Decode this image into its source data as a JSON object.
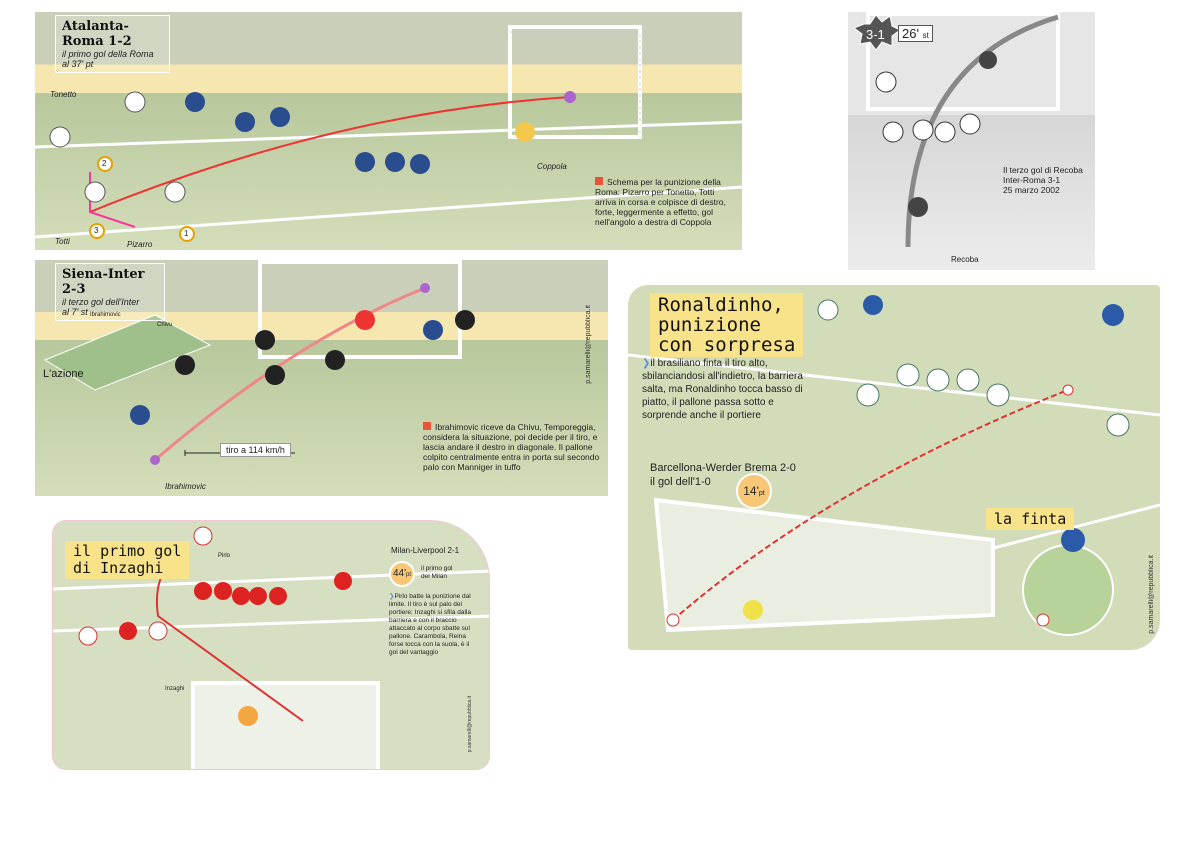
{
  "atalanta": {
    "title": "Atalanta-Roma 1-2",
    "subtitle1": "il primo gol della Roma",
    "subtitle2": "al 37' pt",
    "caption": "Schema per la punizione della Roma: Pizarro per Tonetto, Totti arriva in corsa e colpisce di destro, forte, leggermente a effetto, gol nell'angolo a destra di Coppola",
    "players": {
      "tonetto": "Tonetto",
      "totti": "Totti",
      "pizarro": "Pizarro",
      "coppola": "Coppola"
    },
    "steps": [
      "1",
      "2",
      "3"
    ]
  },
  "siena": {
    "title": "Siena-Inter 2-3",
    "subtitle1": "il terzo gol dell'Inter",
    "subtitle2": "al 7' st",
    "action_label": "L'azione",
    "map_labels": {
      "ibrahimovic": "Ibrahimovic",
      "chivu": "Chivu"
    },
    "speed": "tiro a 114 km/h",
    "shooter": "Ibrahimovic",
    "caption": "Ibrahimovic riceve da Chivu, Temporeggia, considera la situazione, poi decide per il tiro, e lascia andare il destro in diagonale. Il pallone colpito centralmente entra in porta sul secondo palo con Manniger in tuffo",
    "credit": "p.samarelli@repubblica.it"
  },
  "recoba": {
    "score": "3-1",
    "minute": "26'",
    "period": "st",
    "caption1": "Il terzo gol di Recoba",
    "caption2": "Inter-Roma 3-1",
    "caption3": "25 marzo 2002",
    "player": "Recoba"
  },
  "ronaldinho": {
    "title1": "Ronaldinho,",
    "title2": "punizione",
    "title3": "con sorpresa",
    "caption": "il brasiliano finta il tiro alto, sbilanciandosi all'indietro, la barriera salta, ma Ronaldinho tocca basso di piatto, il pallone passa sotto e sorprende anche il portiere",
    "match": "Barcellona-Werder Brema 2-0",
    "goal": "il gol dell'1-0",
    "minute": "14'",
    "period": "pt",
    "finta": "la finta",
    "credit": "p.samarelli@repubblica.it"
  },
  "milan": {
    "title1": "il primo gol",
    "title2": "di Inzaghi",
    "match": "Milan-Liverpool 2-1",
    "minute": "44'",
    "period": "pt",
    "note1": "il primo gol",
    "note2": "del Milan",
    "caption": "Pirlo batte la punizione dal limite. Il tiro è sul palo del portiere; Inzaghi si sfila dalla barriera e con il braccio attaccato al corpo sbatte sul pallone. Carambola, Reina forse tocca con la suola, è il gol del vantaggio",
    "players": {
      "pirlo": "Pirlo",
      "inzaghi": "Inzaghi"
    },
    "credit": "p.samarelli@repubblica.it"
  }
}
